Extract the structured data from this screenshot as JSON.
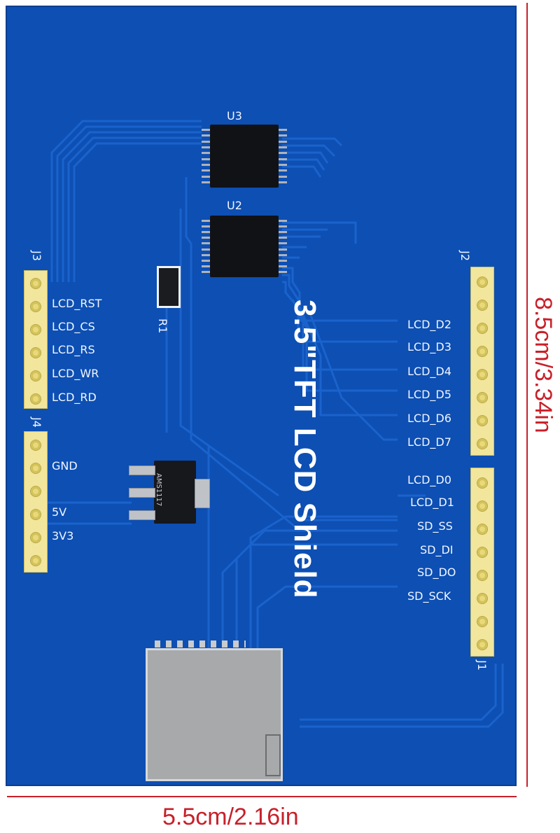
{
  "board_title": "3.5\"TFT LCD Shield",
  "chips": {
    "u3": "U3",
    "u2": "U2",
    "r1": "R1",
    "regulator_text": "AMS1117"
  },
  "headers": {
    "j1": "J1",
    "j2": "J2",
    "j3": "J3",
    "j4": "J4"
  },
  "j3_labels": [
    "LCD_RST",
    "LCD_CS",
    "LCD_RS",
    "LCD_WR",
    "LCD_RD"
  ],
  "j4_labels": [
    "GND",
    "5V",
    "3V3"
  ],
  "j2_labels": [
    "LCD_D2",
    "LCD_D3",
    "LCD_D4",
    "LCD_D5",
    "LCD_D6",
    "LCD_D7"
  ],
  "j1_labels": [
    "LCD_D0",
    "LCD_D1",
    "SD_SS",
    "SD_DI",
    "SD_DO",
    "SD_SCK"
  ],
  "dimensions": {
    "height": "8.5cm/3.34in",
    "width": "5.5cm/2.16in"
  },
  "colors": {
    "board": "#0d4fb3",
    "dimension": "#c8202a",
    "header": "#f1e69c"
  }
}
